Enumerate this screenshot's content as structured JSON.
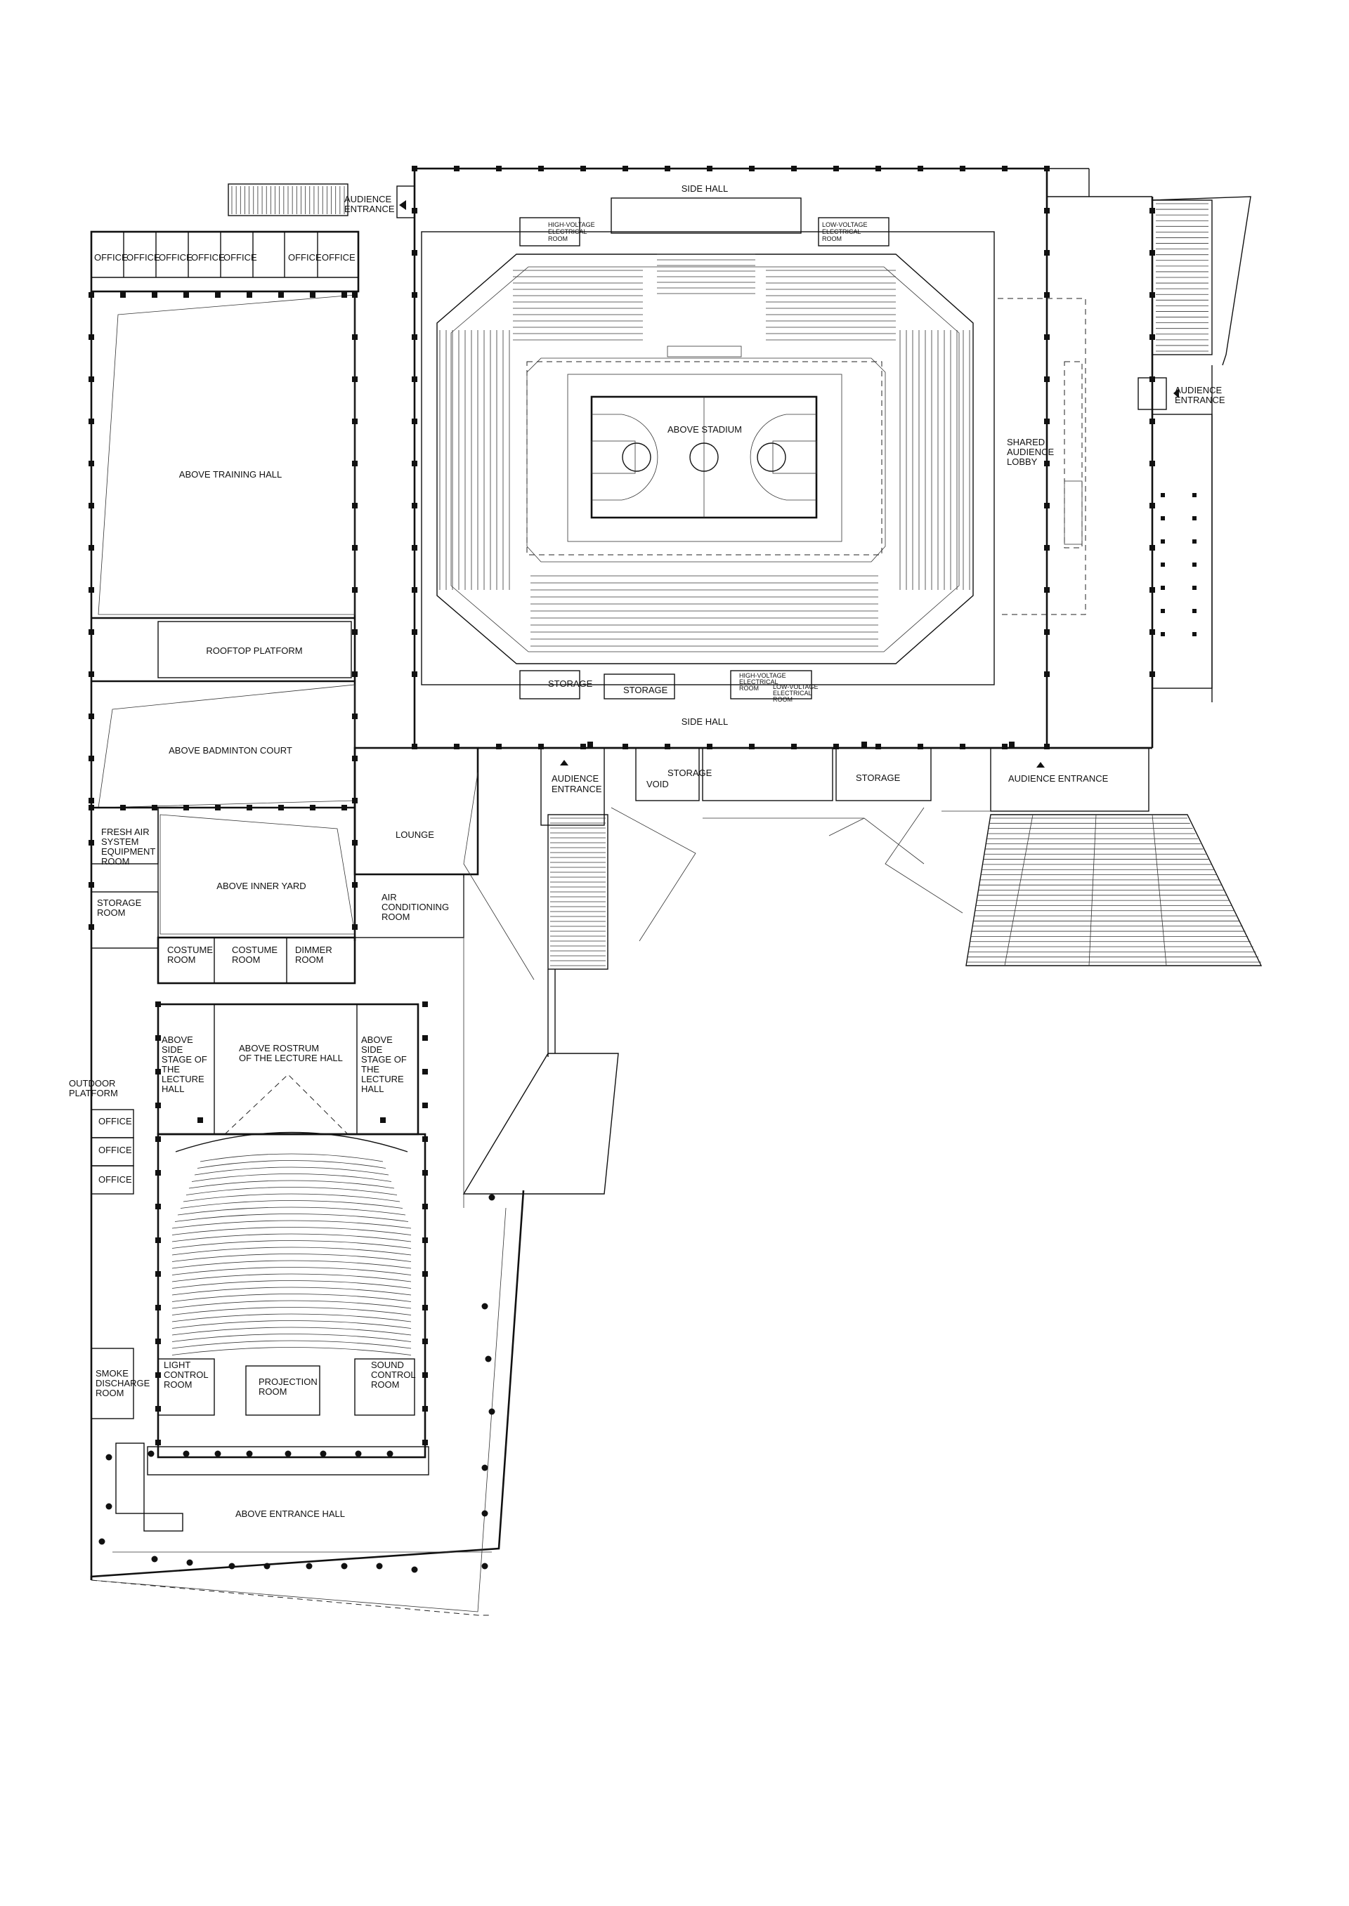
{
  "rooms": {
    "side_hall_top": "SIDE HALL",
    "side_hall_bottom": "SIDE HALL",
    "audience_entrance_top_1": "AUDIENCE",
    "audience_entrance_top_2": "ENTRANCE",
    "audience_entrance_right_1": "AUDIENCE",
    "audience_entrance_right_2": "ENTRANCE",
    "audience_entrance_mid_1": "AUDIENCE",
    "audience_entrance_mid_2": "ENTRANCE",
    "audience_entrance_bottom_right": "AUDIENCE ENTRANCE",
    "hv_elec_top_1": "HIGH-VOLTAGE",
    "hv_elec_top_2": "ELECTRICAL",
    "hv_elec_top_3": "ROOM",
    "lv_elec_top_1": "LOW-VOLTAGE",
    "lv_elec_top_2": "ELECTRICAL",
    "lv_elec_top_3": "ROOM",
    "office": "OFFICE",
    "above_training_hall": "ABOVE TRAINING HALL",
    "above_stadium": "ABOVE STADIUM",
    "shared_lobby_1": "SHARED",
    "shared_lobby_2": "AUDIENCE",
    "shared_lobby_3": "LOBBY",
    "rooftop_platform": "ROOFTOP PLATFORM",
    "storage": "STORAGE",
    "storage_cut": "STORAGE",
    "hv_elec_bottom_1": "HIGH-VOLTAGE",
    "hv_elec_bottom_2": "ELECTRICAL",
    "hv_elec_bottom_3": "ROOM",
    "lv_elec_bottom_1": "LOW-VOLTAGE",
    "lv_elec_bottom_2": "ELECTRICAL",
    "lv_elec_bottom_3": "ROOM",
    "above_badminton_court": "ABOVE BADMINTON COURT",
    "void": "VOID",
    "lounge": "LOUNGE",
    "fresh_air_1": "FRESH AIR",
    "fresh_air_2": "SYSTEM",
    "fresh_air_3": "EQUIPMENT",
    "fresh_air_4": "ROOM",
    "above_inner_yard": "ABOVE INNER YARD",
    "storage_room_1": "STORAGE",
    "storage_room_2": "ROOM",
    "air_cond_1": "AIR",
    "air_cond_2": "CONDITIONING",
    "air_cond_3": "ROOM",
    "costume_1": "COSTUME",
    "costume_2": "ROOM",
    "dimmer_1": "DIMMER",
    "dimmer_2": "ROOM",
    "above_side_stage_1": "ABOVE",
    "above_side_stage_2": "SIDE",
    "above_side_stage_3": "STAGE OF",
    "above_side_stage_4": "THE",
    "above_side_stage_5": "LECTURE",
    "above_side_stage_6": "HALL",
    "above_rostrum_1": "ABOVE ROSTRUM",
    "above_rostrum_2": "OF THE LECTURE HALL",
    "outdoor_platform_1": "OUTDOOR",
    "outdoor_platform_2": "PLATFORM",
    "smoke_discharge_1": "SMOKE",
    "smoke_discharge_2": "DISCHARGE",
    "smoke_discharge_3": "ROOM",
    "light_control_1": "LIGHT",
    "light_control_2": "CONTROL",
    "light_control_3": "ROOM",
    "projection_1": "PROJECTION",
    "projection_2": "ROOM",
    "sound_control_1": "SOUND",
    "sound_control_2": "CONTROL",
    "sound_control_3": "ROOM",
    "above_entrance_hall": "ABOVE ENTRANCE HALL"
  }
}
